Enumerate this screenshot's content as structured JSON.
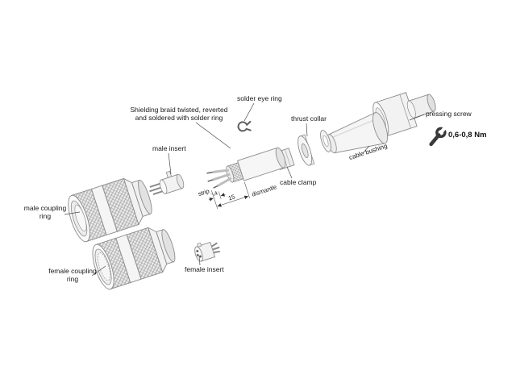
{
  "figure": {
    "type": "exploded-assembly-diagram",
    "background": "#ffffff",
    "line_color": "#8c8c8c",
    "accent_color": "#3a3a3a",
    "labels": {
      "shielding_braid": "Shielding braid twisted, reverted\nand soldered with solder ring",
      "solder_eye_ring": "solder eye ring",
      "thrust_collar": "thrust collar",
      "pressing_screw": "pressing screw",
      "torque": "0,6-0,8 Nm",
      "cable_bushing": "cable bushing",
      "cable_clamp": "cable clamp",
      "male_insert": "male insert",
      "male_coupling_ring": "male coupling\nring",
      "female_coupling_ring": "female coupling\nring",
      "female_insert": "female insert",
      "strip": "strip",
      "dismantle": "dismantle",
      "strip_dim": "4",
      "dismantle_dim": "15"
    },
    "icons": {
      "torque_wrench": "wrench-icon"
    }
  }
}
